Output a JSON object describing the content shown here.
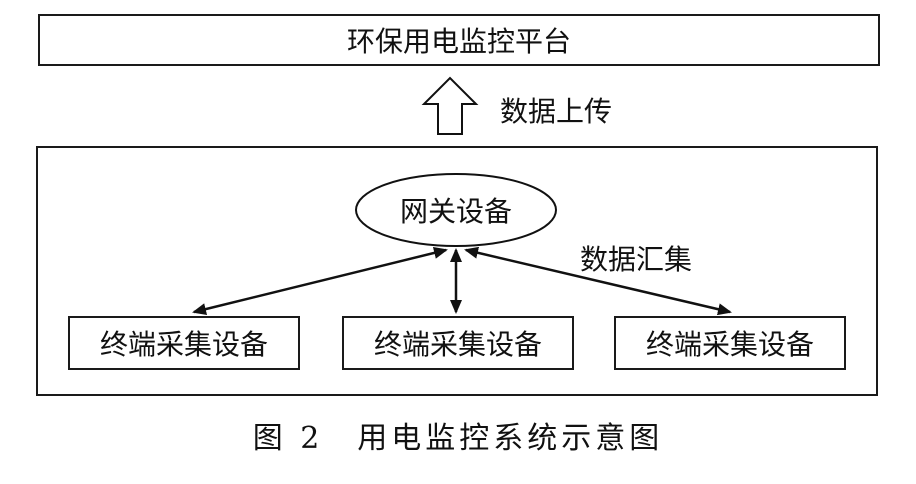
{
  "platform": {
    "label": "环保用电监控平台"
  },
  "upload": {
    "label": "数据上传"
  },
  "gateway": {
    "label": "网关设备"
  },
  "aggregate": {
    "label": "数据汇集"
  },
  "devices": [
    {
      "label": "终端采集设备"
    },
    {
      "label": "终端采集设备"
    },
    {
      "label": "终端采集设备"
    }
  ],
  "caption": {
    "text": "图 2　用电监控系统示意图"
  }
}
